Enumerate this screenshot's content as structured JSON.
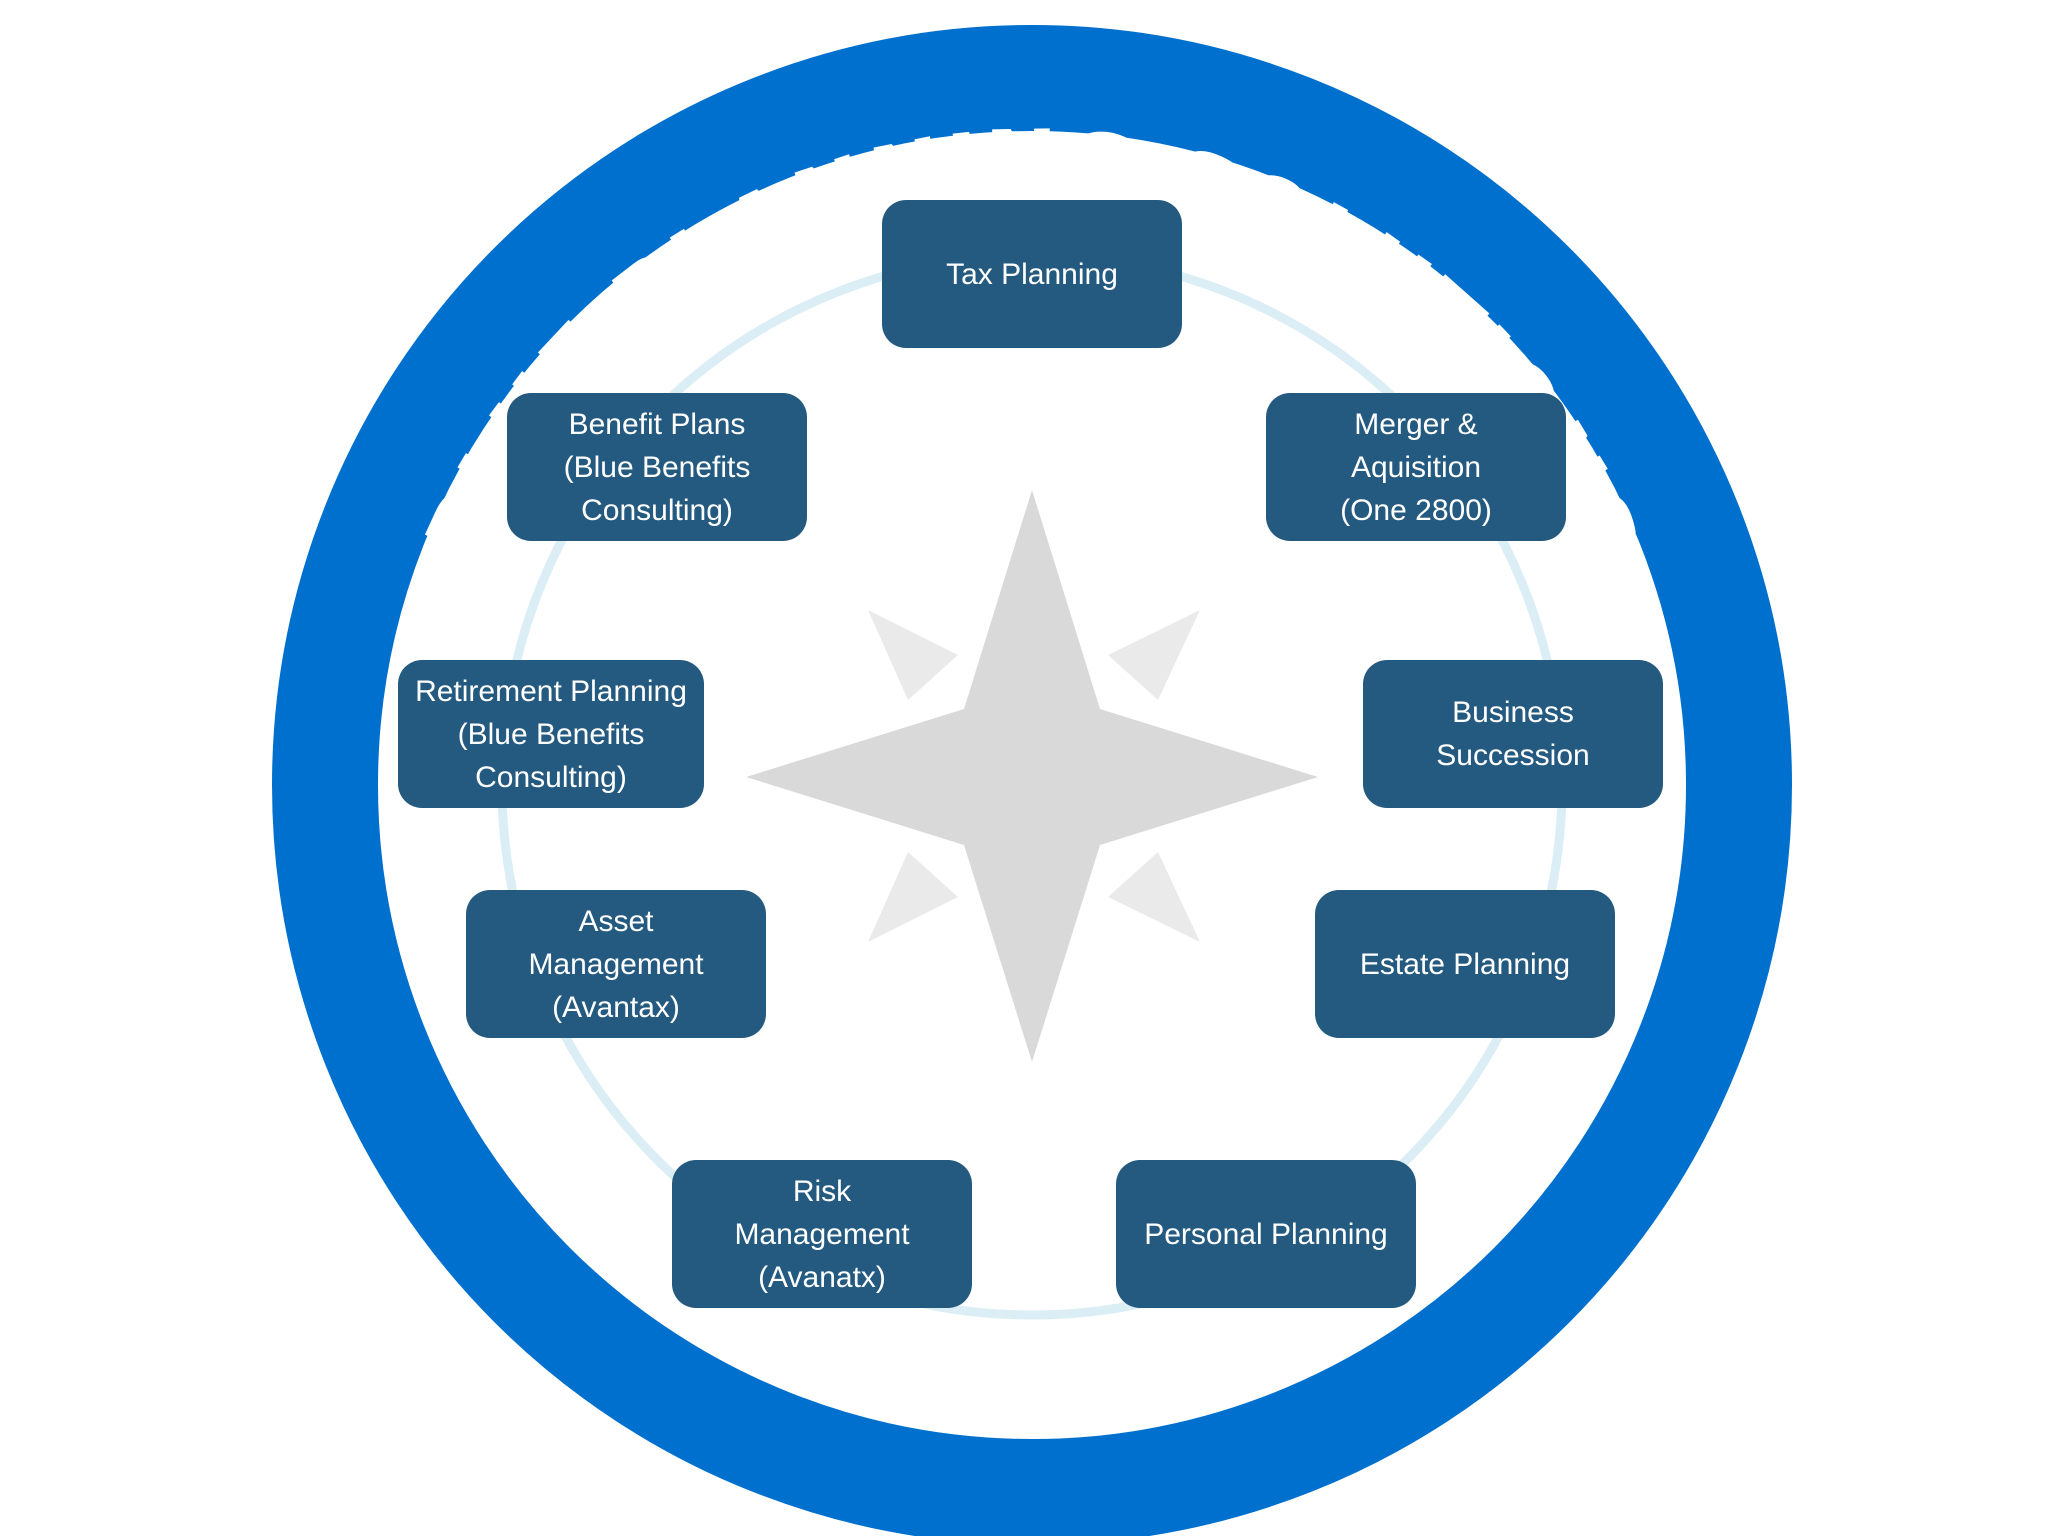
{
  "title": "BLUE PLANNING SOLUTIONS",
  "colors": {
    "ring": "#0070CE",
    "inner_ring": "#DCEEF5",
    "box": "#255A80",
    "box_text": "#FFFFFF",
    "compass_main": "#D9D9D9",
    "compass_minor": "#EAEAEA",
    "background": "#FFFFFF"
  },
  "center_icon": "compass-star-icon",
  "services": [
    {
      "id": "tax-planning",
      "label": "Tax Planning"
    },
    {
      "id": "merger-acquisition",
      "label": "Merger &\nAquisition\n(One 2800)"
    },
    {
      "id": "business-succession",
      "label": "Business\nSuccession"
    },
    {
      "id": "estate-planning",
      "label": "Estate Planning"
    },
    {
      "id": "personal-planning",
      "label": "Personal Planning"
    },
    {
      "id": "risk-management",
      "label": "Risk\nManagement\n(Avanatx)"
    },
    {
      "id": "asset-management",
      "label": "Asset\nManagement\n(Avantax)"
    },
    {
      "id": "retirement-planning",
      "label": "Retirement Planning\n(Blue Benefits\nConsulting)"
    },
    {
      "id": "benefit-plans",
      "label": "Benefit Plans\n(Blue Benefits\nConsulting)"
    }
  ]
}
